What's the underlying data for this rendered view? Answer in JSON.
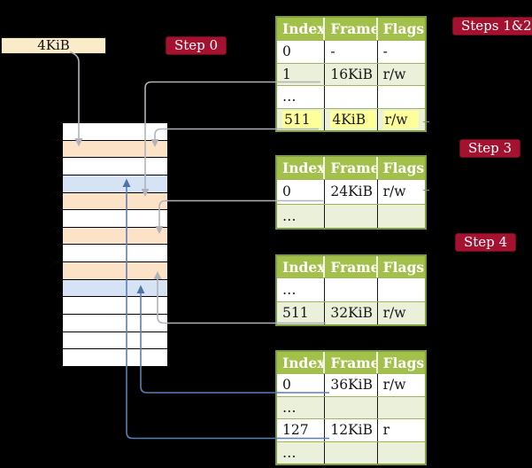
{
  "source_box": {
    "label": "4KiB"
  },
  "badges": {
    "step0": "Step 0",
    "steps12": "Steps 1&2",
    "step3": "Step 3",
    "step4": "Step 4"
  },
  "memory_column": {
    "rows": [
      "white",
      "peach",
      "white",
      "blue",
      "peach",
      "white",
      "peach",
      "white",
      "peach",
      "blue",
      "white",
      "white",
      "white",
      "white"
    ]
  },
  "tables": [
    {
      "label": "table-steps-1-2",
      "columns": [
        "Index",
        "Frame",
        "Flags"
      ],
      "highlight_row": 3,
      "rows": [
        [
          "0",
          "-",
          "-"
        ],
        [
          "1",
          "16KiB",
          "r/w"
        ],
        [
          "…",
          "",
          ""
        ],
        [
          "511",
          "4KiB",
          "r/w"
        ]
      ]
    },
    {
      "label": "table-step-3",
      "columns": [
        "Index",
        "Frame",
        "Flags"
      ],
      "highlight_row": null,
      "rows": [
        [
          "0",
          "24KiB",
          "r/w"
        ],
        [
          "…",
          "",
          ""
        ]
      ]
    },
    {
      "label": "table-step-4",
      "columns": [
        "Index",
        "Frame",
        "Flags"
      ],
      "highlight_row": null,
      "rows": [
        [
          "…",
          "",
          ""
        ],
        [
          "511",
          "32KiB",
          "r/w"
        ]
      ]
    },
    {
      "label": "table-final-level",
      "columns": [
        "Index",
        "Frame",
        "Flags"
      ],
      "highlight_row": null,
      "rows": [
        [
          "0",
          "36KiB",
          "r/w"
        ],
        [
          "…",
          "",
          ""
        ],
        [
          "127",
          "12KiB",
          "r"
        ],
        [
          "…",
          "",
          ""
        ]
      ]
    }
  ],
  "colors": {
    "badge_red": "#a41230",
    "header_green": "#a3c04a",
    "row_green": "#eaf0da",
    "table_border": "#7f9d3a",
    "peach": "#fce3c8",
    "blue_row": "#d6e3f4",
    "cream": "#faecc8",
    "highlight_yellow": "#ffff99",
    "gray_line": "#b2b2bc",
    "blue_line": "#5b7fb4"
  }
}
